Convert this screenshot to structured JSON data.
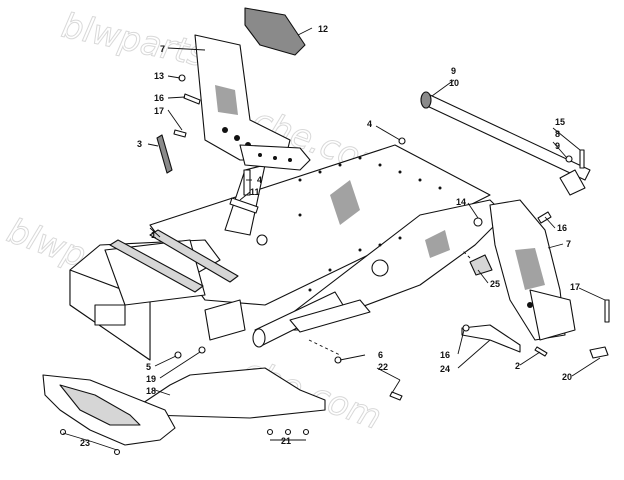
{
  "watermark": {
    "line1": "blwparts",
    "line2": "che.com"
  },
  "callouts": [
    "1",
    "2",
    "3",
    "4",
    "4",
    "5",
    "6",
    "7",
    "7",
    "8",
    "9",
    "9",
    "10",
    "11",
    "12",
    "13",
    "14",
    "15",
    "16",
    "16",
    "16",
    "17",
    "17",
    "18",
    "19",
    "20",
    "21",
    "22",
    "23",
    "24",
    "25"
  ]
}
